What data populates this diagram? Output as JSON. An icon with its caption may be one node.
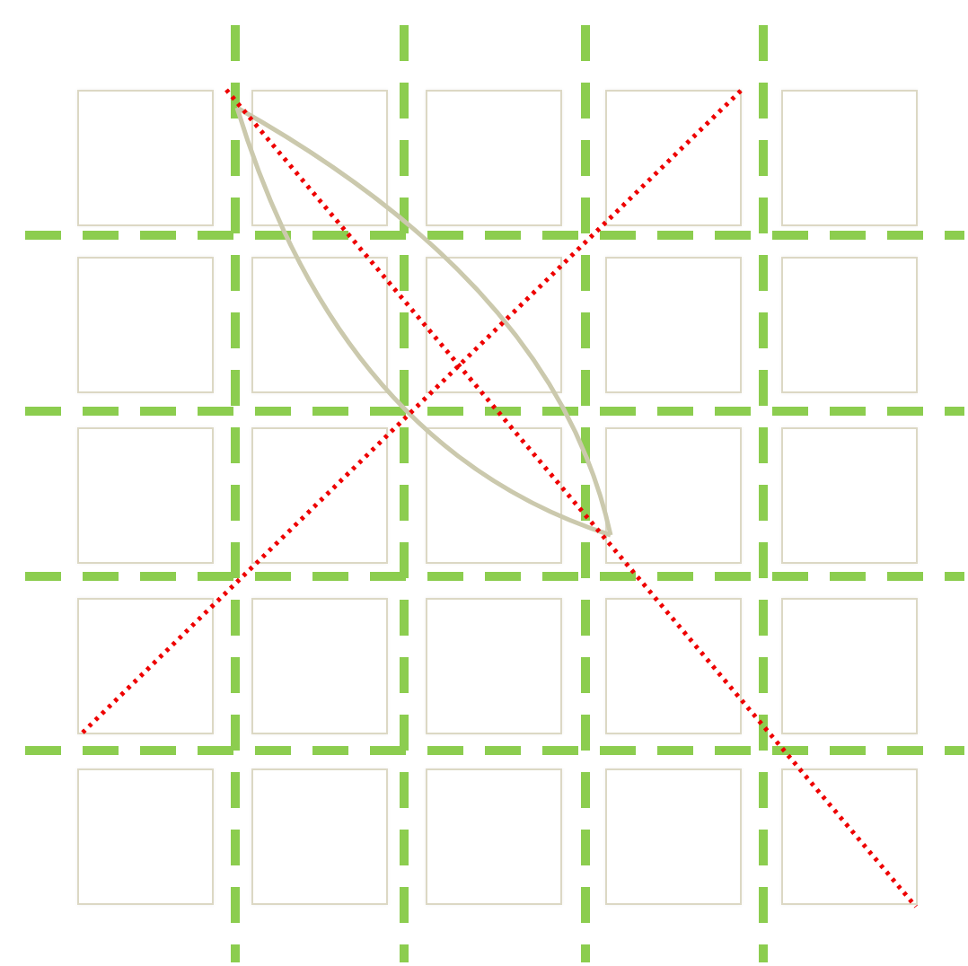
{
  "diagram": {
    "nodes": [
      {
        "text": [],
        "shape": "box"
      },
      {
        "text": [],
        "shape": "box"
      },
      {
        "text": [],
        "shape": "box"
      },
      {
        "text": [],
        "shape": "box"
      },
      {
        "text": [],
        "shape": "box"
      },
      {
        "text": [],
        "shape": "box"
      },
      {
        "text": [],
        "shape": "box"
      },
      {
        "text": [],
        "shape": "box"
      },
      {
        "text": [],
        "shape": "box"
      },
      {
        "text": [],
        "shape": "box"
      },
      {
        "text": [],
        "shape": "box"
      },
      {
        "text": [],
        "shape": "box"
      },
      {
        "text": [],
        "shape": "box"
      },
      {
        "text": [],
        "shape": "box"
      },
      {
        "text": [],
        "shape": "box"
      },
      {
        "text": [],
        "shape": "box"
      },
      {
        "text": [],
        "shape": "box"
      },
      {
        "text": [],
        "shape": "box"
      },
      {
        "text": [],
        "shape": "box"
      },
      {
        "text": [],
        "shape": "box"
      },
      {
        "text": [],
        "shape": "box"
      },
      {
        "text": [],
        "shape": "box"
      },
      {
        "text": [],
        "shape": "box"
      },
      {
        "text": [],
        "shape": "box"
      },
      {
        "text": [],
        "shape": "box"
      }
    ]
  }
}
